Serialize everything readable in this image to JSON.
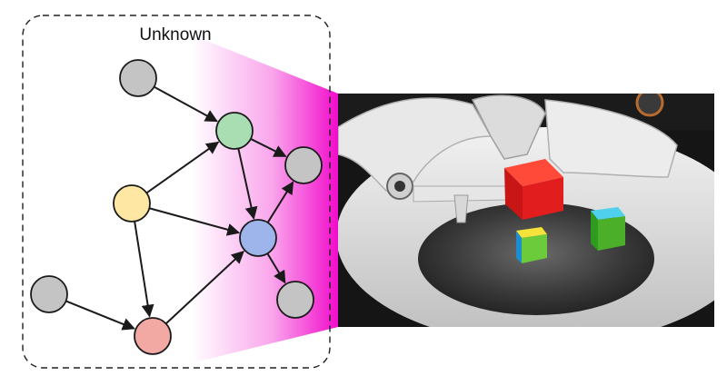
{
  "diagram": {
    "box_label": "Unknown",
    "colors": {
      "gray": "#c4c4c4",
      "green": "#a9ddb2",
      "yellow": "#fde7a3",
      "blue": "#9db5ea",
      "red": "#f2a8a3",
      "stroke": "#1a1a1a",
      "magenta": "#f000c8"
    },
    "nodes": [
      {
        "id": "n1",
        "color": "gray"
      },
      {
        "id": "n2",
        "color": "green"
      },
      {
        "id": "n3",
        "color": "gray"
      },
      {
        "id": "n4",
        "color": "yellow"
      },
      {
        "id": "n5",
        "color": "blue"
      },
      {
        "id": "n6",
        "color": "gray"
      },
      {
        "id": "n7",
        "color": "gray"
      },
      {
        "id": "n8",
        "color": "red"
      }
    ],
    "edges": [
      [
        "n1",
        "n2"
      ],
      [
        "n2",
        "n3"
      ],
      [
        "n2",
        "n5"
      ],
      [
        "n4",
        "n2"
      ],
      [
        "n4",
        "n5"
      ],
      [
        "n4",
        "n8"
      ],
      [
        "n5",
        "n3"
      ],
      [
        "n5",
        "n6"
      ],
      [
        "n7",
        "n8"
      ],
      [
        "n8",
        "n5"
      ]
    ]
  },
  "photo": {
    "subject": "robotic-hand-manipulating-cubes",
    "cube_colors": [
      "#e21d1d",
      "#46c8e8",
      "#4caf2a",
      "#f5e23a"
    ]
  }
}
